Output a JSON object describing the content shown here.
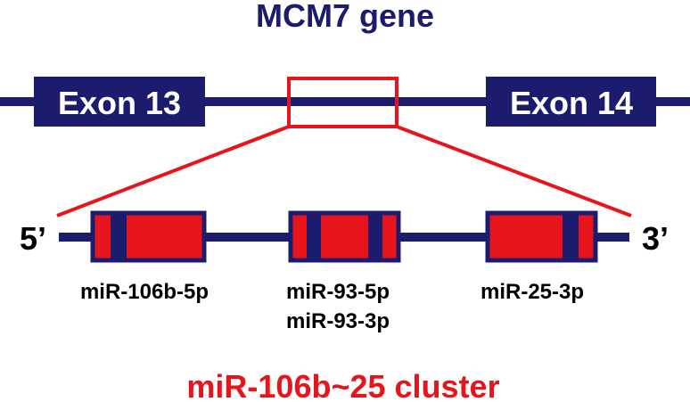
{
  "gene": {
    "title": "MCM7 gene",
    "exon_left": "Exon 13",
    "exon_right": "Exon 14"
  },
  "cluster": {
    "five_prime": "5’",
    "three_prime": "3’",
    "mirs": {
      "first": "miR-106b-5p",
      "second_a": "miR-93-5p",
      "second_b": "miR-93-3p",
      "third": "miR-25-3p"
    },
    "label": "miR-106b~25 cluster"
  },
  "colors": {
    "navy": "#1c1c6e",
    "red": "#e8141c",
    "white": "#ffffff",
    "black": "#000000"
  }
}
